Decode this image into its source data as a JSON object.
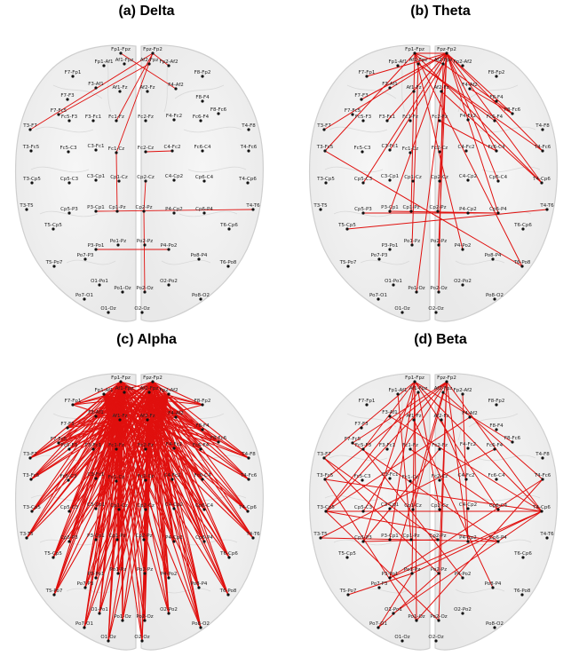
{
  "panels": [
    {
      "id": "delta",
      "title": "(a) Delta"
    },
    {
      "id": "theta",
      "title": "(b) Theta"
    },
    {
      "id": "alpha",
      "title": "(c) Alpha"
    },
    {
      "id": "beta",
      "title": "(d) Beta"
    }
  ],
  "channels": [
    "Fp1-Fpz",
    "Fpz-Fp2",
    "Fp1-Af1",
    "Af1-Fpz",
    "Af2-Fpz",
    "Fp2-Af2",
    "F7-Fp1",
    "F8-Fp2",
    "F3-Af1",
    "Af1-Fz",
    "Af2-Fz",
    "F4-Af2",
    "F7-F3",
    "F8-F4",
    "F7-Fc5",
    "F3-Fc1",
    "Fc1-Fz",
    "Fc2-Fz",
    "F4-Fc2",
    "Fc6-F4",
    "F8-Fc6",
    "Fc5-F3",
    "T3-F7",
    "T4-F8",
    "T3-Fc5",
    "Fc5-C3",
    "C3-Fc1",
    "Fc1-Cz",
    "Fc2-Cz",
    "C4-Fc2",
    "Fc6-C4",
    "T4-Fc6",
    "T3-Cp5",
    "Cp5-C3",
    "C3-Cp1",
    "Cp1-Cz",
    "Cp2-Cz",
    "C4-Cp2",
    "Cp6-C4",
    "T4-Cp6",
    "T3-T5",
    "Cp5-P3",
    "P3-Cp1",
    "Cp1-Pz",
    "Cp2-Pz",
    "P4-Cp2",
    "Cp6-P4",
    "T4-T6",
    "T5-Cp5",
    "T6-Cp6",
    "P3-Po1",
    "Po1-Pz",
    "Po2-Pz",
    "P4-Po2",
    "T5-Po7",
    "Po7-P3",
    "Po8-P4",
    "T6-Po8",
    "O1-Po1",
    "Po1-Oz",
    "Po2-Oz",
    "O2-Po2",
    "Po7-O1",
    "Po8-O2",
    "O1-Oz",
    "O2-Oz"
  ],
  "connections": {
    "delta": [
      [
        "Fpz-Fp2",
        "Fc1-Fz"
      ],
      [
        "Fpz-Fp2",
        "Fc1-Cz"
      ],
      [
        "Fpz-Fp2",
        "T3-F7"
      ],
      [
        "Af2-Fpz",
        "F7-Fc5"
      ],
      [
        "Fpz-Fp2",
        "Fp2-Af2"
      ],
      [
        "Fp1-Fpz",
        "F4-Af2"
      ],
      [
        "Fc2-Cz",
        "C4-Fc2"
      ],
      [
        "Fc1-Cz",
        "Cp1-Pz"
      ],
      [
        "P3-Cp1",
        "T4-T6"
      ],
      [
        "Cp2-Pz",
        "Po2-Oz"
      ],
      [
        "P3-Po1",
        "P4-Po2"
      ],
      [
        "Cp2-Cz",
        "Cp2-Pz"
      ]
    ],
    "theta": [
      [
        "Fp1-Fpz",
        "Af2-Fpz"
      ],
      [
        "Fp1-Fpz",
        "Fpz-Fp2"
      ],
      [
        "Fpz-Fp2",
        "F7-Fp1"
      ],
      [
        "Fpz-Fp2",
        "F7-F3"
      ],
      [
        "Fpz-Fp2",
        "F3-Fc1"
      ],
      [
        "Fpz-Fp2",
        "T3-F7"
      ],
      [
        "Fpz-Fp2",
        "F8-Fc6"
      ],
      [
        "Af2-Fpz",
        "F8-Fc6"
      ],
      [
        "Fpz-Fp2",
        "T4-Fc6"
      ],
      [
        "Af1-Fpz",
        "T4-Fc6"
      ],
      [
        "Fpz-Fp2",
        "T4-Cp6"
      ],
      [
        "Fp1-Fpz",
        "T4-Cp6"
      ],
      [
        "Fpz-Fp2",
        "Fc6-C4"
      ],
      [
        "Af1-Fpz",
        "Fc6-F4"
      ],
      [
        "Fpz-Fp2",
        "Cp6-C4"
      ],
      [
        "Fpz-Fp2",
        "P3-Cp1"
      ],
      [
        "Fp1-Fpz",
        "Cp1-Pz"
      ],
      [
        "Fpz-Fp2",
        "Cp2-Pz"
      ],
      [
        "Af1-Fpz",
        "Po1-Pz"
      ],
      [
        "Fpz-Fp2",
        "Po1-Oz"
      ],
      [
        "Af2-Fpz",
        "Po2-Oz"
      ],
      [
        "Fpz-Fp2",
        "Po2-Pz"
      ],
      [
        "Fp1-Fpz",
        "P4-Po2"
      ],
      [
        "Fp1-Fpz",
        "T6-Po8"
      ],
      [
        "Fpz-Fp2",
        "Cp6-P4"
      ],
      [
        "T3-Fc5",
        "T6-Po8"
      ],
      [
        "T5-Cp5",
        "T4-T6"
      ],
      [
        "Cp5-P3",
        "Cp6-P4"
      ],
      [
        "P3-Cp1",
        "Cp6-P4"
      ],
      [
        "Fp1-Fpz",
        "T3-Fc5"
      ],
      [
        "Fpz-Fp2",
        "Cp5-C3"
      ],
      [
        "Af2-Fpz",
        "C3-Fc1"
      ],
      [
        "F4-Af2",
        "F8-Fc6"
      ],
      [
        "Fc2-Fz",
        "Fc6-C4"
      ],
      [
        "Af2-Fz",
        "T4-Cp6"
      ]
    ],
    "beta": [
      [
        "Fp1-Fpz",
        "T3-F7"
      ],
      [
        "Fpz-Fp2",
        "T3-Fc5"
      ],
      [
        "Af1-Fpz",
        "T3-Cp5"
      ],
      [
        "Fpz-Fp2",
        "T3-Cp5"
      ],
      [
        "Fp1-Fpz",
        "T4-Cp6"
      ],
      [
        "Fpz-Fp2",
        "T4-Cp6"
      ],
      [
        "Af2-Fpz",
        "T4-Fc6"
      ],
      [
        "Fp1-Fpz",
        "F8-Fc6"
      ],
      [
        "Fpz-Fp2",
        "F7-Fc5"
      ],
      [
        "Fp1-Fpz",
        "Fc5-F3"
      ],
      [
        "Fpz-Fp2",
        "Cp5-C3"
      ],
      [
        "Fp1-Fpz",
        "Cp6-C4"
      ],
      [
        "Af1-Fpz",
        "Cp2-Cz"
      ],
      [
        "Fpz-Fp2",
        "Cp1-Cz"
      ],
      [
        "Fp1-Fpz",
        "P3-Cp1"
      ],
      [
        "Fpz-Fp2",
        "P4-Cp2"
      ],
      [
        "Fp1-Fpz",
        "Po1-Pz"
      ],
      [
        "Fpz-Fp2",
        "Po2-Pz"
      ],
      [
        "Fp1-Fpz",
        "Po1-Oz"
      ],
      [
        "Fpz-Fp2",
        "Po2-Oz"
      ],
      [
        "Af2-Fpz",
        "P3-Po1"
      ],
      [
        "Fp1-Fpz",
        "Cp5-P3"
      ],
      [
        "T3-Fc5",
        "T4-Cp6"
      ],
      [
        "T3-Cp5",
        "T4-Cp6"
      ],
      [
        "T3-Cp5",
        "Cp6-P4"
      ],
      [
        "T3-T5",
        "Cp6-P4"
      ],
      [
        "T3-F7",
        "Cp2-Pz"
      ],
      [
        "T3-F7",
        "Po2-Pz"
      ],
      [
        "T3-Fc5",
        "Po1-Oz"
      ],
      [
        "T4-Fc6",
        "Po1-Oz"
      ],
      [
        "T4-Cp6",
        "P3-Po1"
      ],
      [
        "T4-Cp6",
        "Po1-Pz"
      ],
      [
        "Cp5-P3",
        "Cp2-Pz"
      ],
      [
        "T5-Po7",
        "Po1-Pz"
      ],
      [
        "Po7-O1",
        "Po1-Pz"
      ],
      [
        "Po7-O1",
        "Po2-Pz"
      ],
      [
        "O1-Po1",
        "T4-Cp6"
      ],
      [
        "P3-Po1",
        "T4-Fc6"
      ],
      [
        "Po2-Oz",
        "T3-Cp5"
      ],
      [
        "F3-Af1",
        "T4-Cp6"
      ],
      [
        "F4-Af2",
        "T3-Cp5"
      ],
      [
        "Fc1-Fz",
        "Cp6-C4"
      ],
      [
        "F7-Fc5",
        "Cp6-P4"
      ],
      [
        "Fc5-F3",
        "P4-Po2"
      ],
      [
        "Fc2-Fz",
        "Cp5-P3"
      ],
      [
        "Af1-Fz",
        "Po8-P4"
      ],
      [
        "T3-T5",
        "Fc6-F4"
      ],
      [
        "Af2-Fz",
        "C4-Fc2"
      ],
      [
        "Fp1-Af1",
        "Cp1-Pz"
      ],
      [
        "Fp2-Af2",
        "P4-Cp2"
      ]
    ]
  },
  "alpha_hubs": [
    "Fp1-Fpz",
    "Fpz-Fp2",
    "Af1-Fpz",
    "Af2-Fpz",
    "Af1-Fz",
    "Af2-Fz",
    "Fp2-Af2",
    "Fp1-Af1"
  ],
  "alpha_targets": [
    "F7-Fp1",
    "F8-Fp2",
    "F3-Af1",
    "F4-Af2",
    "F7-F3",
    "F8-F4",
    "F7-Fc5",
    "F8-Fc6",
    "Fc5-F3",
    "Fc6-F4",
    "F3-Fc1",
    "F4-Fc2",
    "Fc1-Fz",
    "Fc2-Fz",
    "T3-F7",
    "T4-F8",
    "T3-Fc5",
    "T4-Fc6",
    "Fc5-C3",
    "Fc6-C4",
    "C3-Fc1",
    "C4-Fc2",
    "Fc1-Cz",
    "Fc2-Cz",
    "T3-Cp5",
    "T4-Cp6",
    "Cp5-C3",
    "Cp6-C4",
    "C3-Cp1",
    "C4-Cp2",
    "Cp1-Cz",
    "Cp2-Cz",
    "T3-T5",
    "T4-T6",
    "Cp5-P3",
    "Cp6-P4",
    "P3-Cp1",
    "P4-Cp2",
    "Cp1-Pz",
    "Cp2-Pz",
    "T5-Cp5",
    "T6-Cp6",
    "P3-Po1",
    "P4-Po2",
    "Po1-Pz",
    "Po2-Pz",
    "T5-Po7",
    "T6-Po8",
    "Po7-P3",
    "Po8-P4",
    "O1-Po1",
    "O2-Po2",
    "Po1-Oz",
    "Po2-Oz",
    "Po7-O1",
    "Po8-O2",
    "O1-Oz",
    "O2-Oz"
  ],
  "colors": {
    "edge": "#e0100e",
    "brain_fill": "#e9e9e9",
    "brain_stroke": "#cfcfcf",
    "node": "#111111"
  }
}
